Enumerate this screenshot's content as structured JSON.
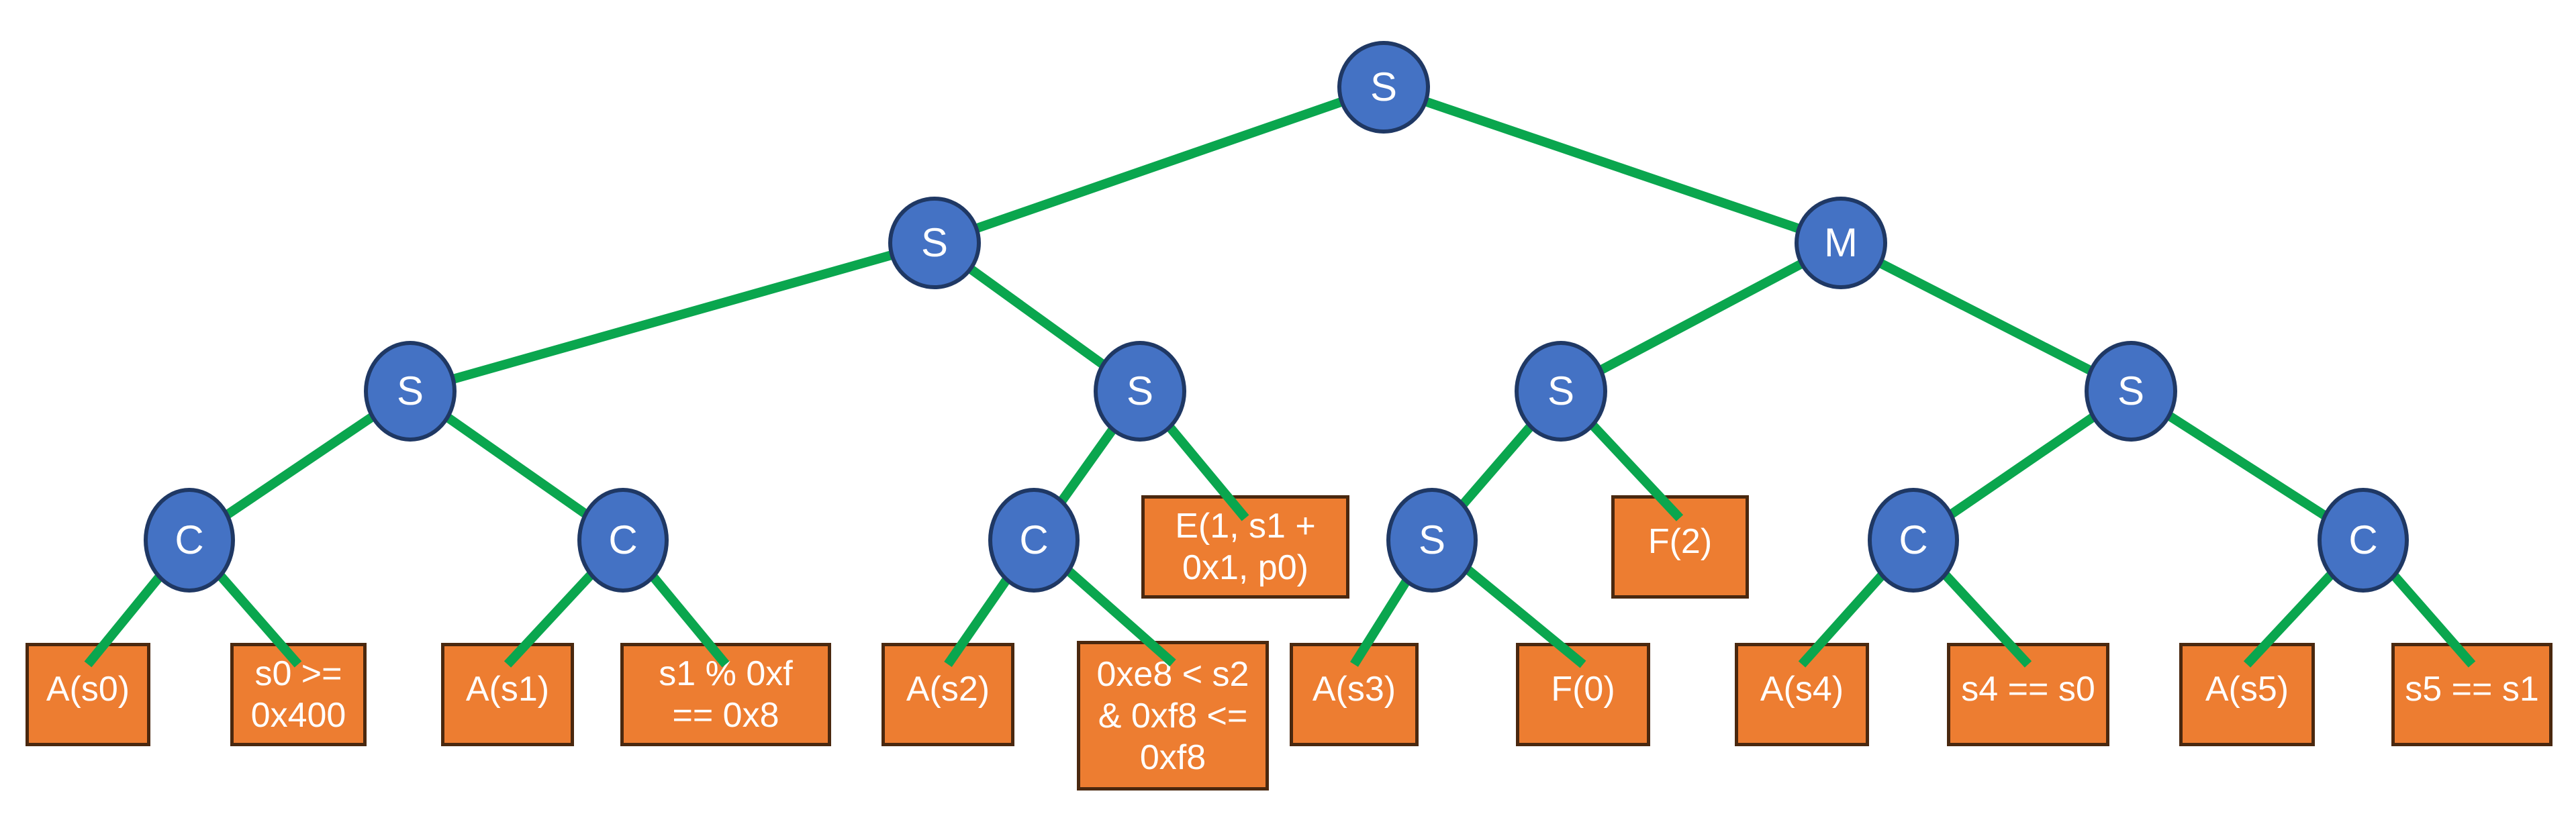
{
  "diagram": {
    "type": "tree",
    "description": "Constraint/expression tree with blue circular operator nodes and orange rectangular leaf boxes connected by green edges",
    "colors": {
      "background": "#FFFFFF",
      "node_fill": "#4472C4",
      "node_border": "#1F3864",
      "box_fill": "#ED7D31",
      "box_border": "#4A280F",
      "edge": "#0AA64E",
      "text": "#FFFFFF"
    },
    "nodes": {
      "root": {
        "label": "S"
      },
      "l2_s": {
        "label": "S"
      },
      "l2_m": {
        "label": "M"
      },
      "l3_s1": {
        "label": "S"
      },
      "l3_s2": {
        "label": "S"
      },
      "l3_s3": {
        "label": "S"
      },
      "l3_s4": {
        "label": "S"
      },
      "l4_c1": {
        "label": "C"
      },
      "l4_c2": {
        "label": "C"
      },
      "l4_c3": {
        "label": "C"
      },
      "l4_s5": {
        "label": "S"
      },
      "l4_c4": {
        "label": "C"
      },
      "l4_c5": {
        "label": "C"
      }
    },
    "boxes": {
      "e_call": {
        "label": "E(1, s1 +\n0x1, p0)"
      },
      "f2": {
        "label": "F(2)"
      },
      "a_s0": {
        "label": "A(s0)"
      },
      "cond_s0": {
        "label": "s0 >=\n0x400"
      },
      "a_s1": {
        "label": "A(s1)"
      },
      "cond_s1": {
        "label": "s1 % 0xf\n== 0x8"
      },
      "a_s2": {
        "label": "A(s2)"
      },
      "cond_s2": {
        "label": "0xe8 < s2\n& 0xf8 <=\n0xf8"
      },
      "a_s3": {
        "label": "A(s3)"
      },
      "f0": {
        "label": "F(0)"
      },
      "a_s4": {
        "label": "A(s4)"
      },
      "cond_s4": {
        "label": "s4 == s0"
      },
      "a_s5": {
        "label": "A(s5)"
      },
      "cond_s5": {
        "label": "s5 == s1"
      }
    },
    "structure": {
      "root": [
        "l2_s",
        "l2_m"
      ],
      "l2_s": [
        "l3_s1",
        "l3_s2"
      ],
      "l2_m": [
        "l3_s3",
        "l3_s4"
      ],
      "l3_s1": [
        "l4_c1",
        "l4_c2"
      ],
      "l3_s2": [
        "l4_c3",
        "e_call"
      ],
      "l3_s3": [
        "l4_s5",
        "f2"
      ],
      "l3_s4": [
        "l4_c4",
        "l4_c5"
      ],
      "l4_c1": [
        "a_s0",
        "cond_s0"
      ],
      "l4_c2": [
        "a_s1",
        "cond_s1"
      ],
      "l4_c3": [
        "a_s2",
        "cond_s2"
      ],
      "l4_s5": [
        "a_s3",
        "f0"
      ],
      "l4_c4": [
        "a_s4",
        "cond_s4"
      ],
      "l4_c5": [
        "a_s5",
        "cond_s5"
      ]
    }
  }
}
